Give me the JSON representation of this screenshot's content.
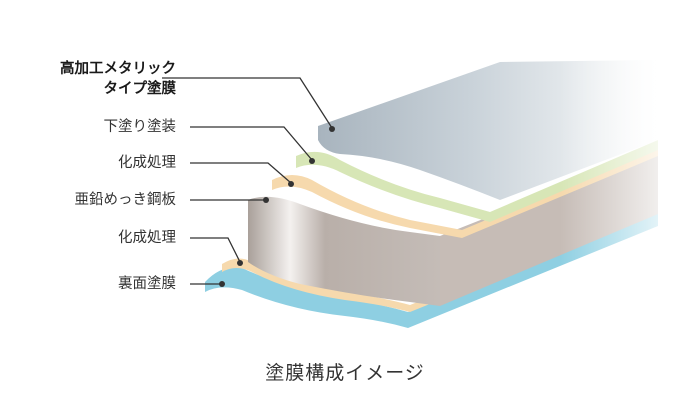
{
  "labels": {
    "top_coating_line1": "高加工メタリック",
    "top_coating_line2": "タイプ塗膜",
    "undercoat": "下塗り塗装",
    "chemical_treatment_upper": "化成処理",
    "steel_sheet": "亜鉛めっき鋼板",
    "chemical_treatment_lower": "化成処理",
    "back_coating": "裏面塗膜"
  },
  "caption": "塗膜構成イメージ",
  "colors": {
    "metallic_top": "#b8c3cc",
    "undercoat": "#d7e6b6",
    "chemical_treatment": "#f6d9ad",
    "steel": "#bdb3ad",
    "back_coating": "#8ecfe2",
    "leader_line": "#333333"
  }
}
